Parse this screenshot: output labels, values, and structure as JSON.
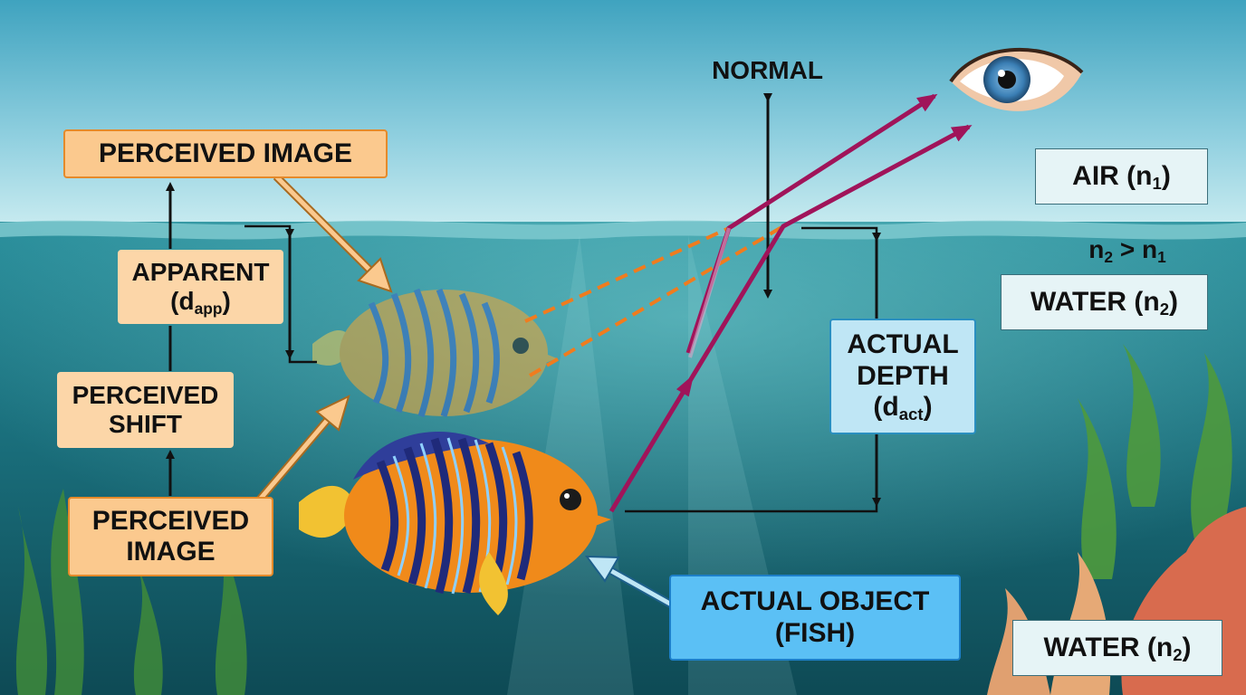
{
  "labels": {
    "perceived_image_top": "PERCEIVED IMAGE",
    "apparent_line1": "APPARENT",
    "apparent_d": "d",
    "apparent_sub": "app",
    "perceived_shift_line1": "PERCEIVED",
    "perceived_shift_line2": "SHIFT",
    "perceived_image_bottom_line1": "PERCEIVED",
    "perceived_image_bottom_line2": "IMAGE",
    "normal": "NORMAL",
    "actual_depth_line1": "ACTUAL",
    "actual_depth_line2": "DEPTH",
    "actual_depth_d": "d",
    "actual_depth_sub": "act",
    "actual_object_line1": "ACTUAL OBJECT",
    "actual_object_line2": "(FISH)",
    "air": "AIR (n",
    "air_sub": "1",
    "index_n2": "n",
    "index_n2_sub": "2",
    "index_gt": " > n",
    "index_n1_sub": "1",
    "water_top": "WATER (n",
    "water_top_sub": "2",
    "water_bottom": "WATER (n",
    "water_bottom_sub": "2",
    "close_paren": ")"
  },
  "colors": {
    "light_ray": "#a0145a",
    "virtual_ray": "#f07c1e",
    "water": "#1f7f8e",
    "sky": "#a9dbe7",
    "orange_box": "#fbc98e",
    "blue_box": "#5bc0f5"
  },
  "icons": {
    "eye": "eye-icon",
    "real_fish": "angelfish-icon",
    "virtual_fish": "angelfish-image-icon"
  }
}
